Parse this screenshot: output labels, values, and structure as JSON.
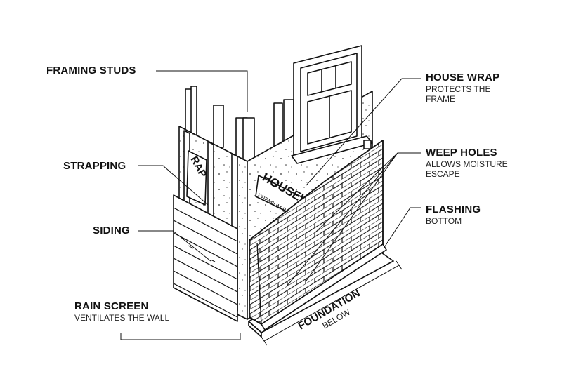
{
  "labels": {
    "framing_studs": {
      "title": "FRAMING STUDS"
    },
    "strapping": {
      "title": "STRAPPING"
    },
    "siding": {
      "title": "SIDING"
    },
    "rain_screen": {
      "title": "RAIN SCREEN",
      "line1": "VENTILATES THE WALL"
    },
    "house_wrap": {
      "title": "HOUSE WRAP",
      "line1": "PROTECTS THE",
      "line2": "FRAME"
    },
    "weep_holes": {
      "title": "WEEP HOLES",
      "line1": "ALLOWS MOISTURE",
      "line2": "ESCAPE"
    },
    "flashing": {
      "title": "FLASHING",
      "line1": "BOTTOM"
    },
    "foundation": {
      "title": "FOUNDATION",
      "line1": "BELOW"
    }
  },
  "wrap_print": {
    "brand": "HOUSEWR",
    "tagline": "PREMIUM BUILDING",
    "brand_partial": "RAP"
  },
  "colors": {
    "ink": "#111111",
    "paper": "#ffffff",
    "shade": "#d9d9d9"
  }
}
